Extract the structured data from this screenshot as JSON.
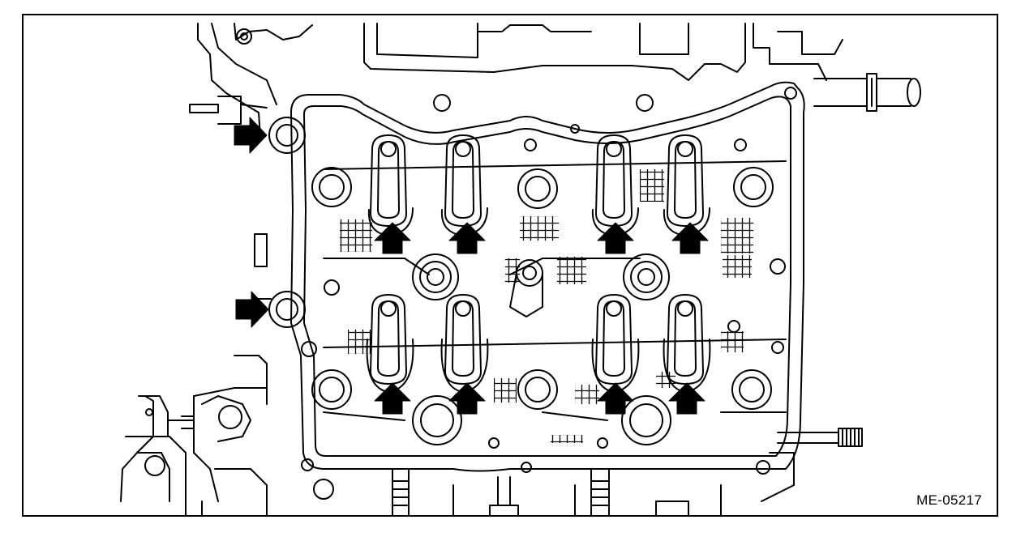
{
  "figure": {
    "code": "ME-05217",
    "subject": "cylinder-head-with-rocker-arms",
    "line_color": "#000000",
    "background_color": "#ffffff",
    "callout_arrows": {
      "pointing_right": 2,
      "pointing_up": 8
    }
  }
}
